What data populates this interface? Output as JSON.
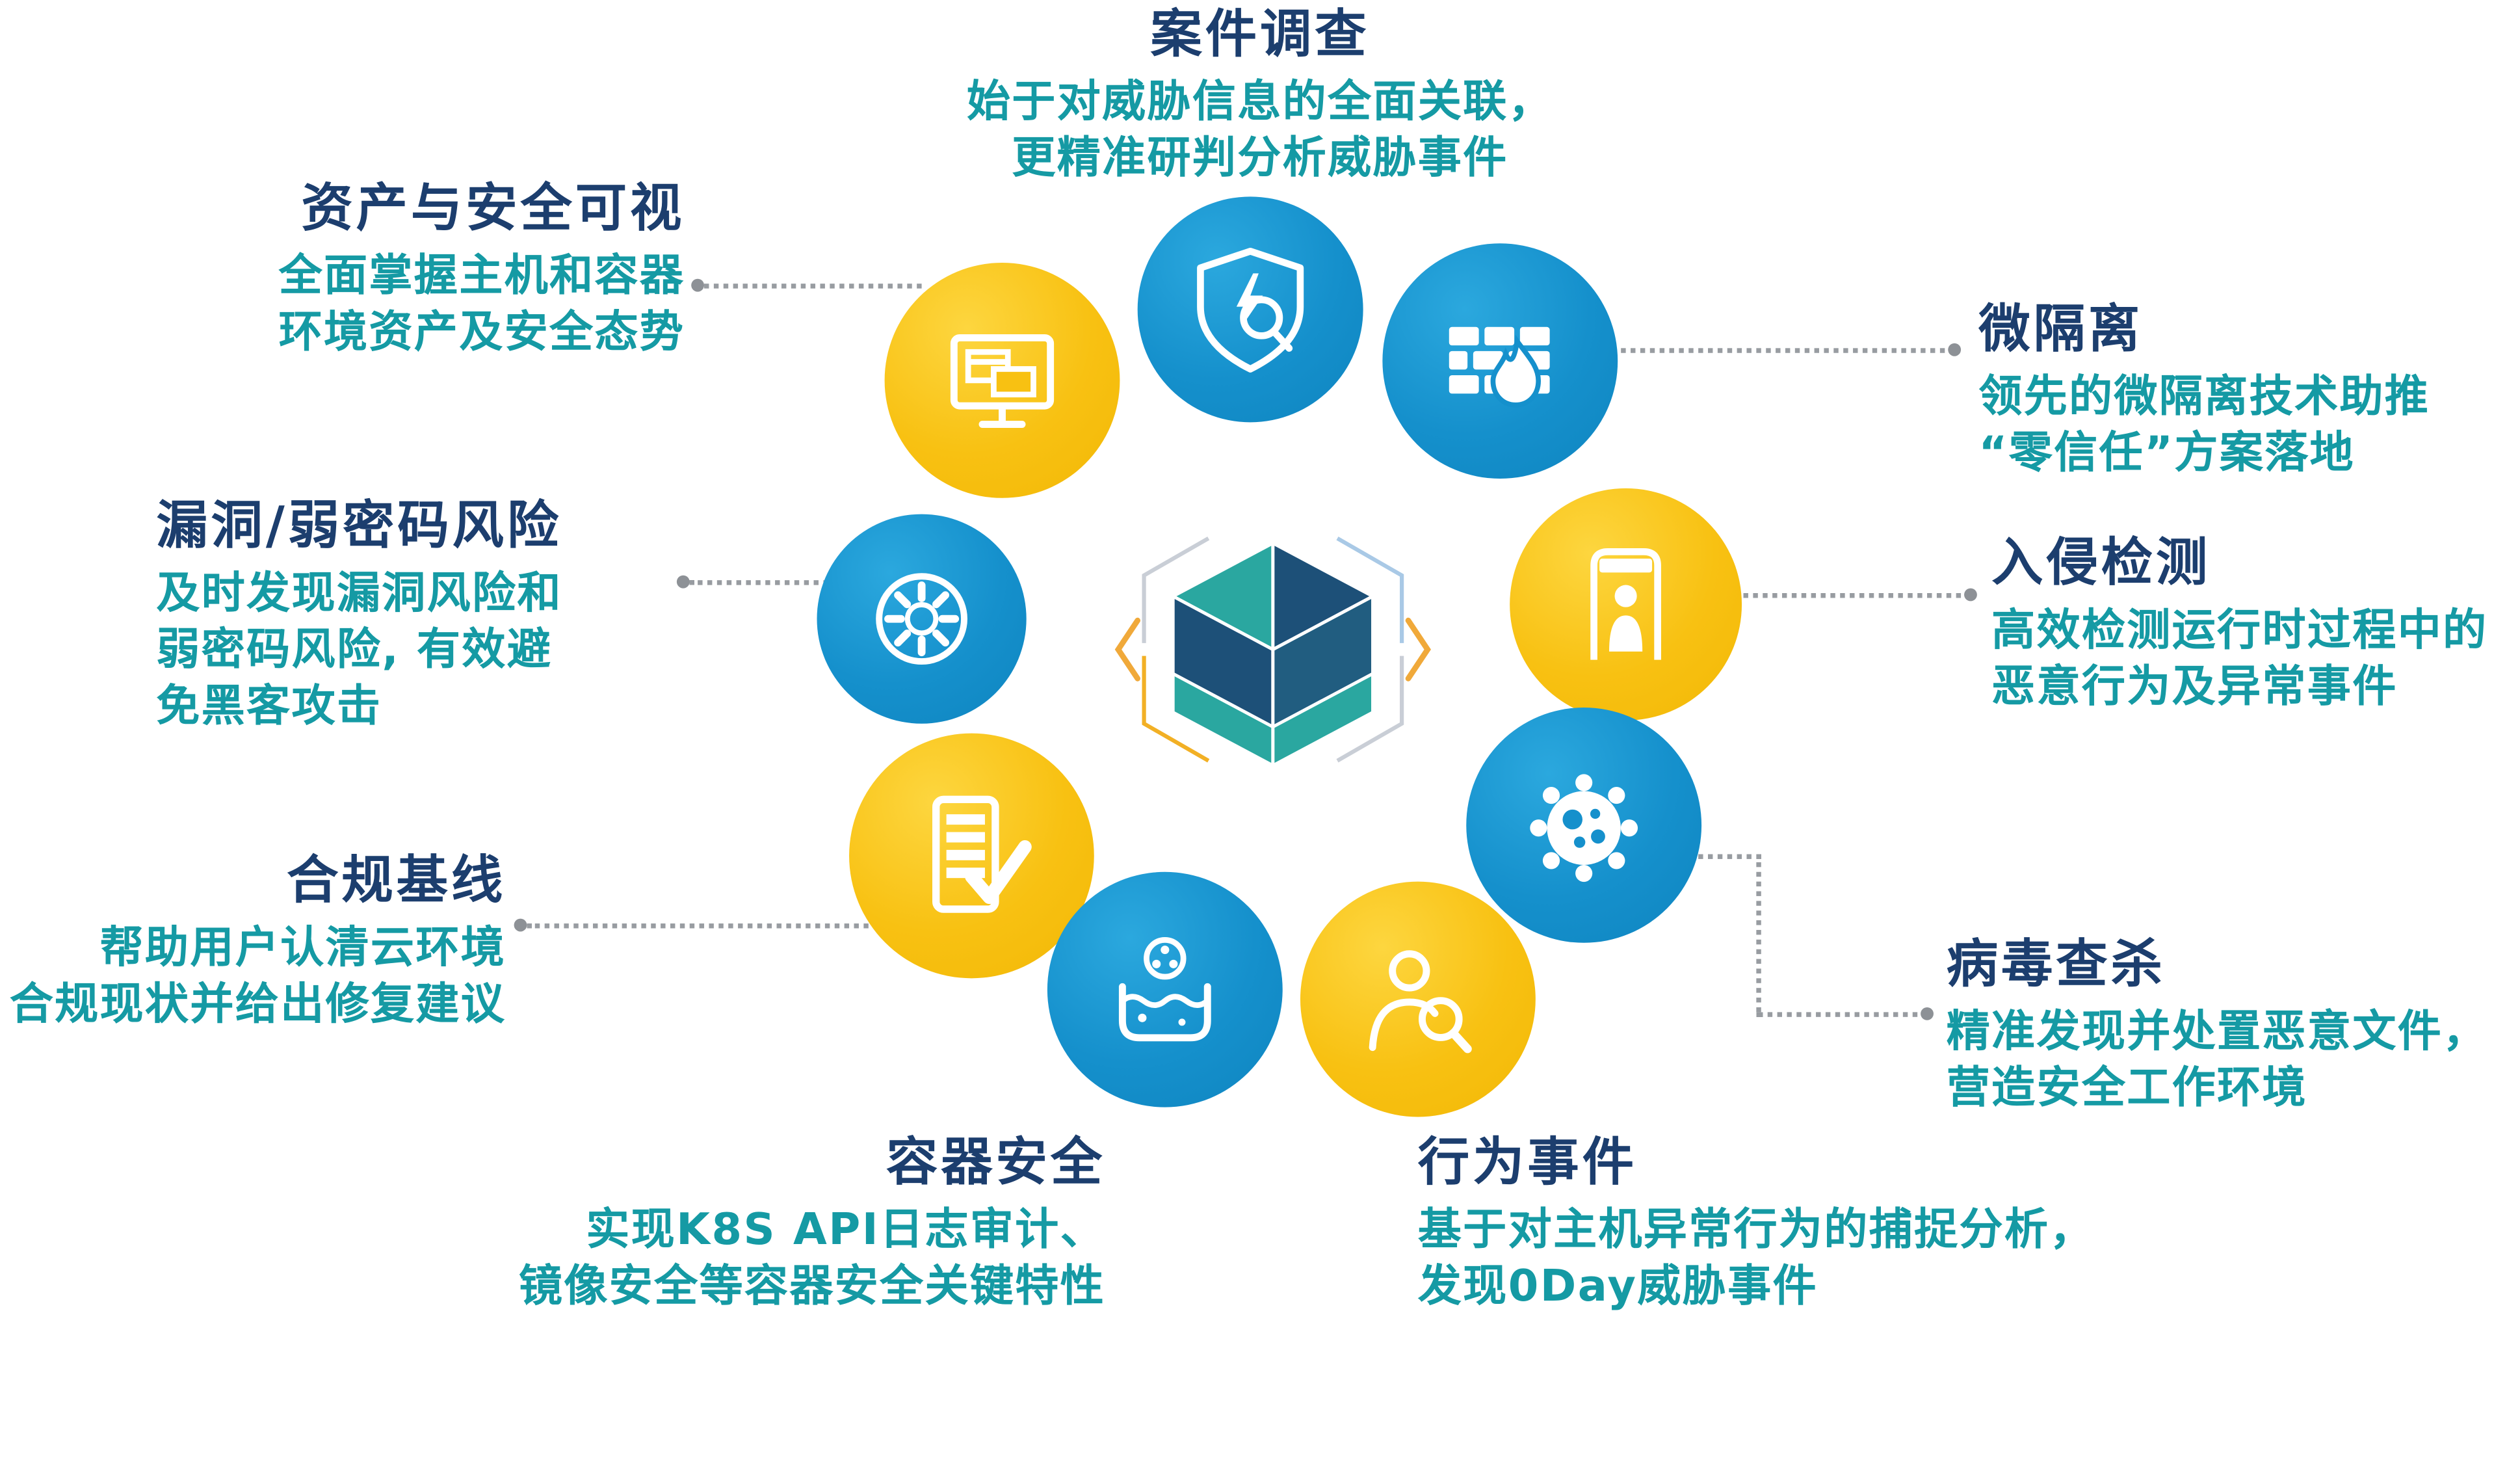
{
  "colors": {
    "circle_blue": "#1590cc",
    "circle_yellow": "#f8c112",
    "title_text": "#1c3e6e",
    "desc_text": "#159aa4",
    "connector": "#989ca1",
    "logo_navy": "#1d5078",
    "logo_teal": "#2aa7a0",
    "bracket_orange": "#f0a93a"
  },
  "center": {
    "logo": "qingteng-cube-logo"
  },
  "features": [
    {
      "key": "case-investigation",
      "title": "案件调查",
      "circle": "blue",
      "icon": "shield-search-icon",
      "desc": [
        "始于对威胁信息的全面关联，",
        "更精准研判分析威胁事件"
      ]
    },
    {
      "key": "asset-visibility",
      "title": "资产与安全可视",
      "circle": "yellow",
      "icon": "monitor-icon",
      "desc": [
        "全面掌握主机和容器",
        "环境资产及安全态势"
      ]
    },
    {
      "key": "micro-segmentation",
      "title": "微隔离",
      "circle": "blue",
      "icon": "firewall-flame-icon",
      "desc": [
        "领先的微隔离技术助推",
        "“零信任”方案落地"
      ]
    },
    {
      "key": "intrusion-detection",
      "title": "入侵检测",
      "circle": "yellow",
      "icon": "security-gate-icon",
      "desc": [
        "高效检测运行时过程中的",
        "恶意行为及异常事件"
      ]
    },
    {
      "key": "vuln-weak-password",
      "title": "漏洞/弱密码风险",
      "circle": "blue",
      "icon": "scan-wheel-icon",
      "desc": [
        "及时发现漏洞风险和",
        "弱密码风险, 有效避",
        "免黑客攻击"
      ]
    },
    {
      "key": "compliance-baseline",
      "title": "合规基线",
      "circle": "yellow",
      "icon": "checklist-icon",
      "desc": [
        "帮助用户认清云环境",
        "合规现状并给出修复建议"
      ]
    },
    {
      "key": "container-security",
      "title": "容器安全",
      "circle": "blue",
      "icon": "container-tank-icon",
      "desc": [
        "实现K8S API日志审计、",
        "镜像安全等容器安全关键特性"
      ]
    },
    {
      "key": "behavior-events",
      "title": "行为事件",
      "circle": "yellow",
      "icon": "person-search-icon",
      "desc": [
        "基于对主机异常行为的捕捉分析，",
        "发现0Day威胁事件"
      ]
    },
    {
      "key": "virus-scan",
      "title": "病毒查杀",
      "circle": "blue",
      "icon": "virus-icon",
      "desc": [
        "精准发现并处置恶意文件，",
        "营造安全工作环境"
      ]
    }
  ]
}
